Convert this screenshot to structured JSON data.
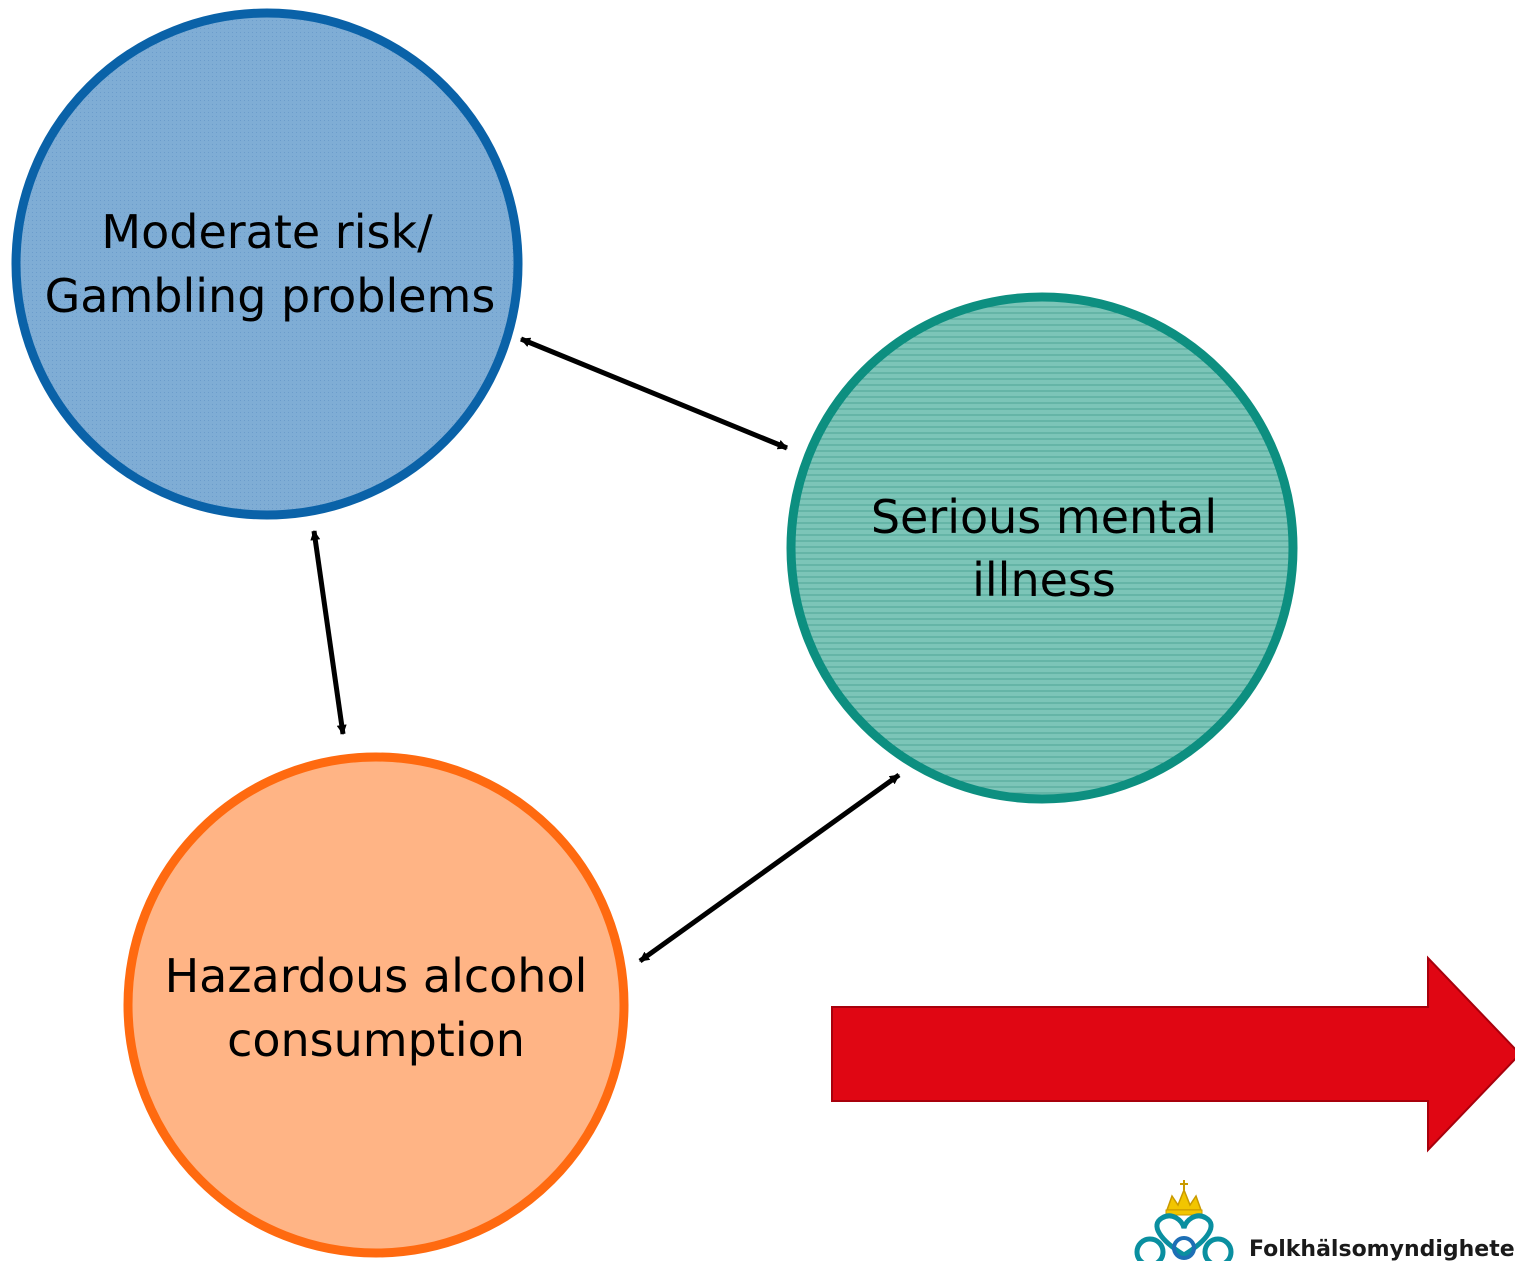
{
  "nodes": {
    "gambling": {
      "line1": "Moderate risk/",
      "line2": "Gambling problems",
      "fill": "#7fadd5",
      "stroke": "#0a62a8"
    },
    "mental": {
      "line1": "Serious mental",
      "line2": "illness",
      "fill": "#7cc5b8",
      "stroke": "#0d8f80"
    },
    "alcohol": {
      "line1": "Hazardous alcohol",
      "line2": "consumption",
      "fill": "#ffb485",
      "stroke": "#ff6a10"
    }
  },
  "connections": [
    {
      "from": "Moderate risk/ Gambling problems",
      "to": "Serious mental illness",
      "direction": "bidirectional"
    },
    {
      "from": "Moderate risk/ Gambling problems",
      "to": "Hazardous alcohol consumption",
      "direction": "bidirectional"
    },
    {
      "from": "Serious mental illness",
      "to": "Hazardous alcohol consumption",
      "direction": "bidirectional"
    }
  ],
  "big_arrow": {
    "color": "#e00613",
    "outline": "#a8000c"
  },
  "logo": {
    "text": "Folkhälsomyndigheten",
    "icon": "crown-heart-knot-icon"
  }
}
